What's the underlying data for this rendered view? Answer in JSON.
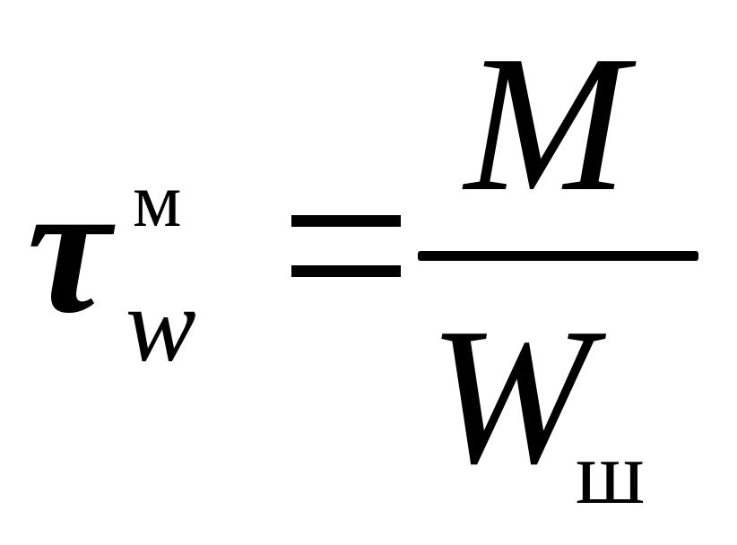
{
  "formula": {
    "lhs": {
      "symbol": "τ",
      "superscript": "м",
      "subscript": "w"
    },
    "relation": "=",
    "rhs": {
      "numerator": "M",
      "denominator": {
        "symbol": "W",
        "subscript": "ш"
      }
    }
  },
  "colors": {
    "text": "#000000",
    "background": "#ffffff"
  }
}
